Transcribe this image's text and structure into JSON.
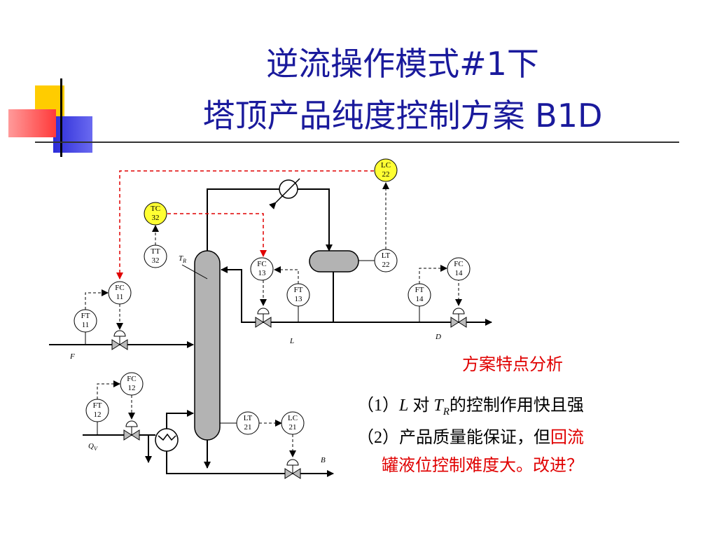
{
  "title": {
    "line1": "逆流操作模式#1下",
    "line2": "塔顶产品纯度控制方案 B1D"
  },
  "instruments": {
    "lc22": [
      "LC",
      "22"
    ],
    "tc32": [
      "TC",
      "32"
    ],
    "tt32": [
      "TT",
      "32"
    ],
    "fc13": [
      "FC",
      "13"
    ],
    "ft13": [
      "FT",
      "13"
    ],
    "lt22": [
      "LT",
      "22"
    ],
    "fc14": [
      "FC",
      "14"
    ],
    "ft14": [
      "FT",
      "14"
    ],
    "fc11": [
      "FC",
      "11"
    ],
    "ft11": [
      "FT",
      "11"
    ],
    "fc12": [
      "FC",
      "12"
    ],
    "ft12": [
      "FT",
      "12"
    ],
    "lt21": [
      "LT",
      "21"
    ],
    "lc21": [
      "LC",
      "21"
    ]
  },
  "stream_labels": {
    "tr_main": "T",
    "tr_sub": "R",
    "L": "L",
    "D": "D",
    "F": "F",
    "B": "B",
    "qv_main": "Q",
    "qv_sub": "V"
  },
  "analysis": {
    "heading": "方案特点分析",
    "item1_prefix": "（1）",
    "item1_L": "L",
    "item1_mid": " 对 ",
    "item1_T": "T",
    "item1_R": "R",
    "item1_suffix": "的控制作用快且强",
    "item2_black": "（2）产品质量能保证，但",
    "item2_red": "回流",
    "item3_red": "罐液位控制难度大。改进？"
  },
  "colors": {
    "title": "#1a1a9c",
    "signal_red": "#e00000",
    "highlight_yellow": "#ffff33",
    "vessel_gray": "#b3b3b3"
  }
}
